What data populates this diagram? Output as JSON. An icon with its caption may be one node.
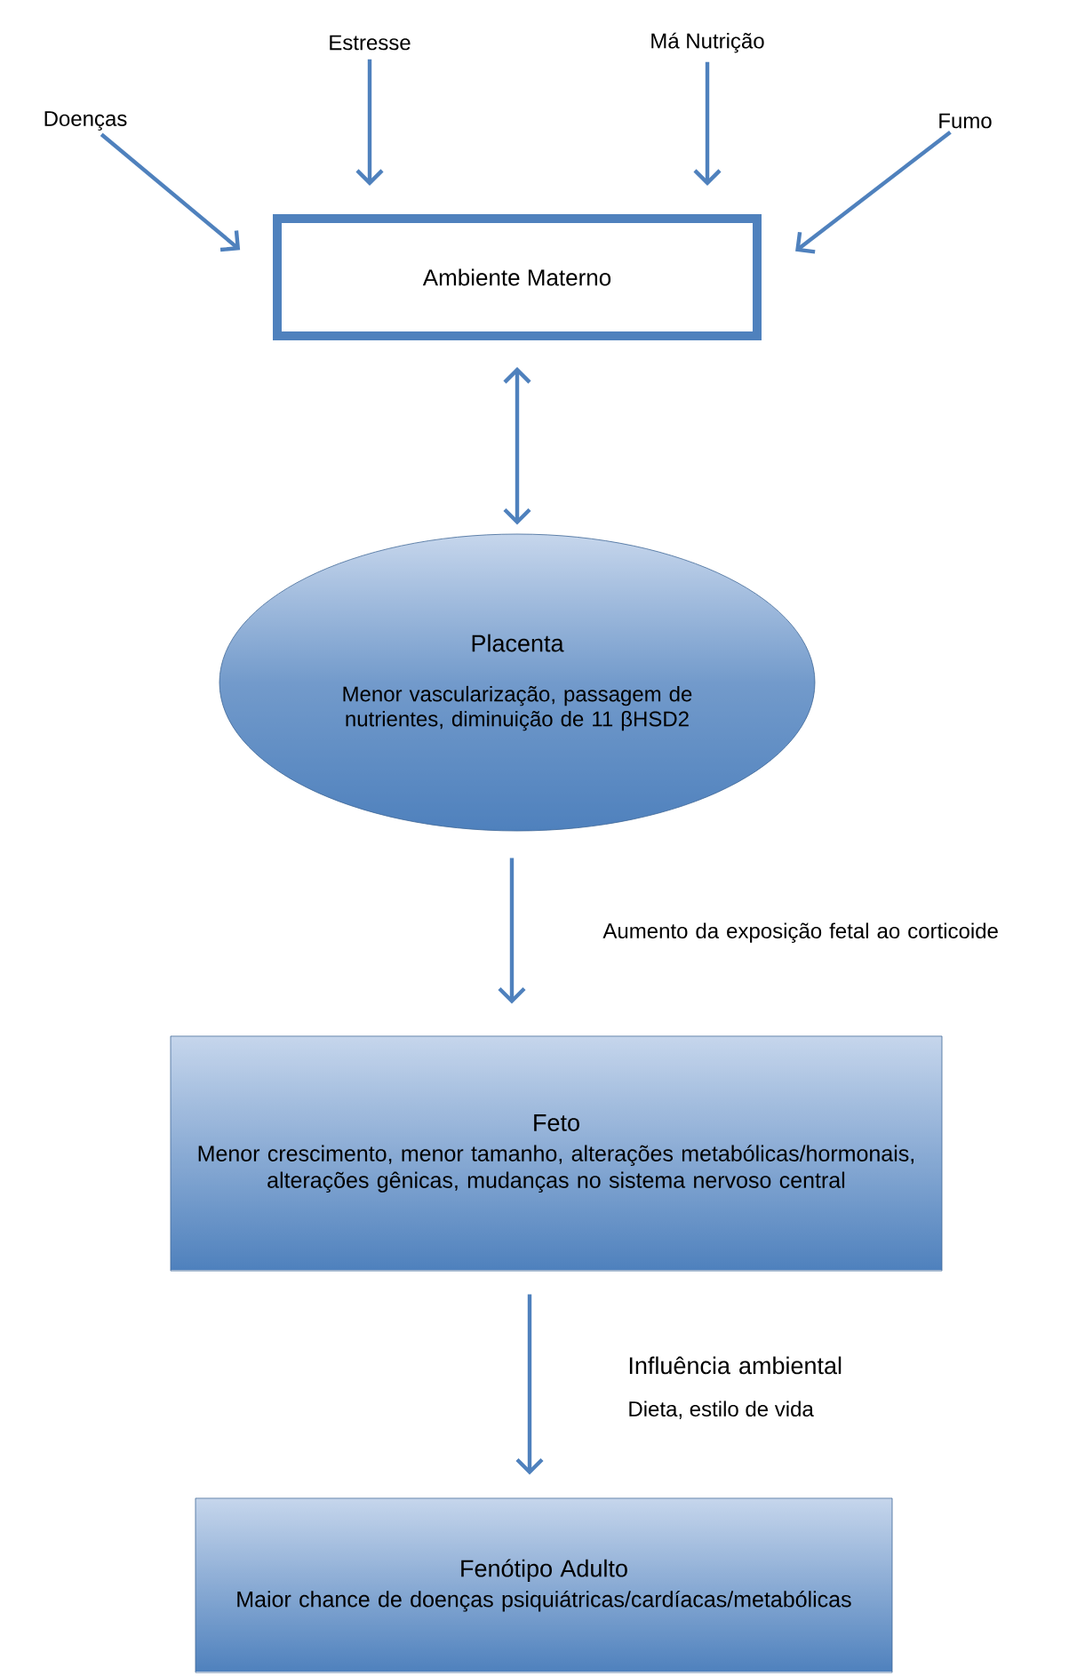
{
  "diagram": {
    "nodes": [
      {
        "text": [
          "Doenças"
        ]
      },
      {
        "text": [
          "Estresse"
        ]
      },
      {
        "text": [
          "Má Nutrição"
        ]
      },
      {
        "text": [
          "Fumo"
        ]
      },
      {
        "text": [
          "Ambiente Materno"
        ]
      },
      {
        "text": [
          "Placenta",
          "Menor vascularização, passagem de nutrientes, diminuição de 11 βHSD2"
        ]
      },
      {
        "text": [
          "Feto",
          "Menor crescimento, menor tamanho, alterações metabólicas/hormonais, alterações gênicas, mudanças no sistema nervoso central"
        ]
      },
      {
        "text": [
          "Fenótipo Adulto",
          "Maior chance de doenças psiquiátricas/cardíacas/metabólicas"
        ]
      }
    ],
    "edges": [
      {
        "from": 0,
        "to": 4,
        "arrow": "to"
      },
      {
        "from": 1,
        "to": 4,
        "arrow": "to"
      },
      {
        "from": 2,
        "to": 4,
        "arrow": "to"
      },
      {
        "from": 3,
        "to": 4,
        "arrow": "to"
      },
      {
        "from": 4,
        "to": 5,
        "arrow": "both"
      },
      {
        "from": 5,
        "to": 6,
        "arrow": "to",
        "label": "Aumento da exposição fetal ao corticoide"
      },
      {
        "from": 6,
        "to": 7,
        "arrow": "to",
        "label": "Influência ambiental"
      }
    ],
    "labels": [
      "Dieta, estilo de vida"
    ]
  }
}
